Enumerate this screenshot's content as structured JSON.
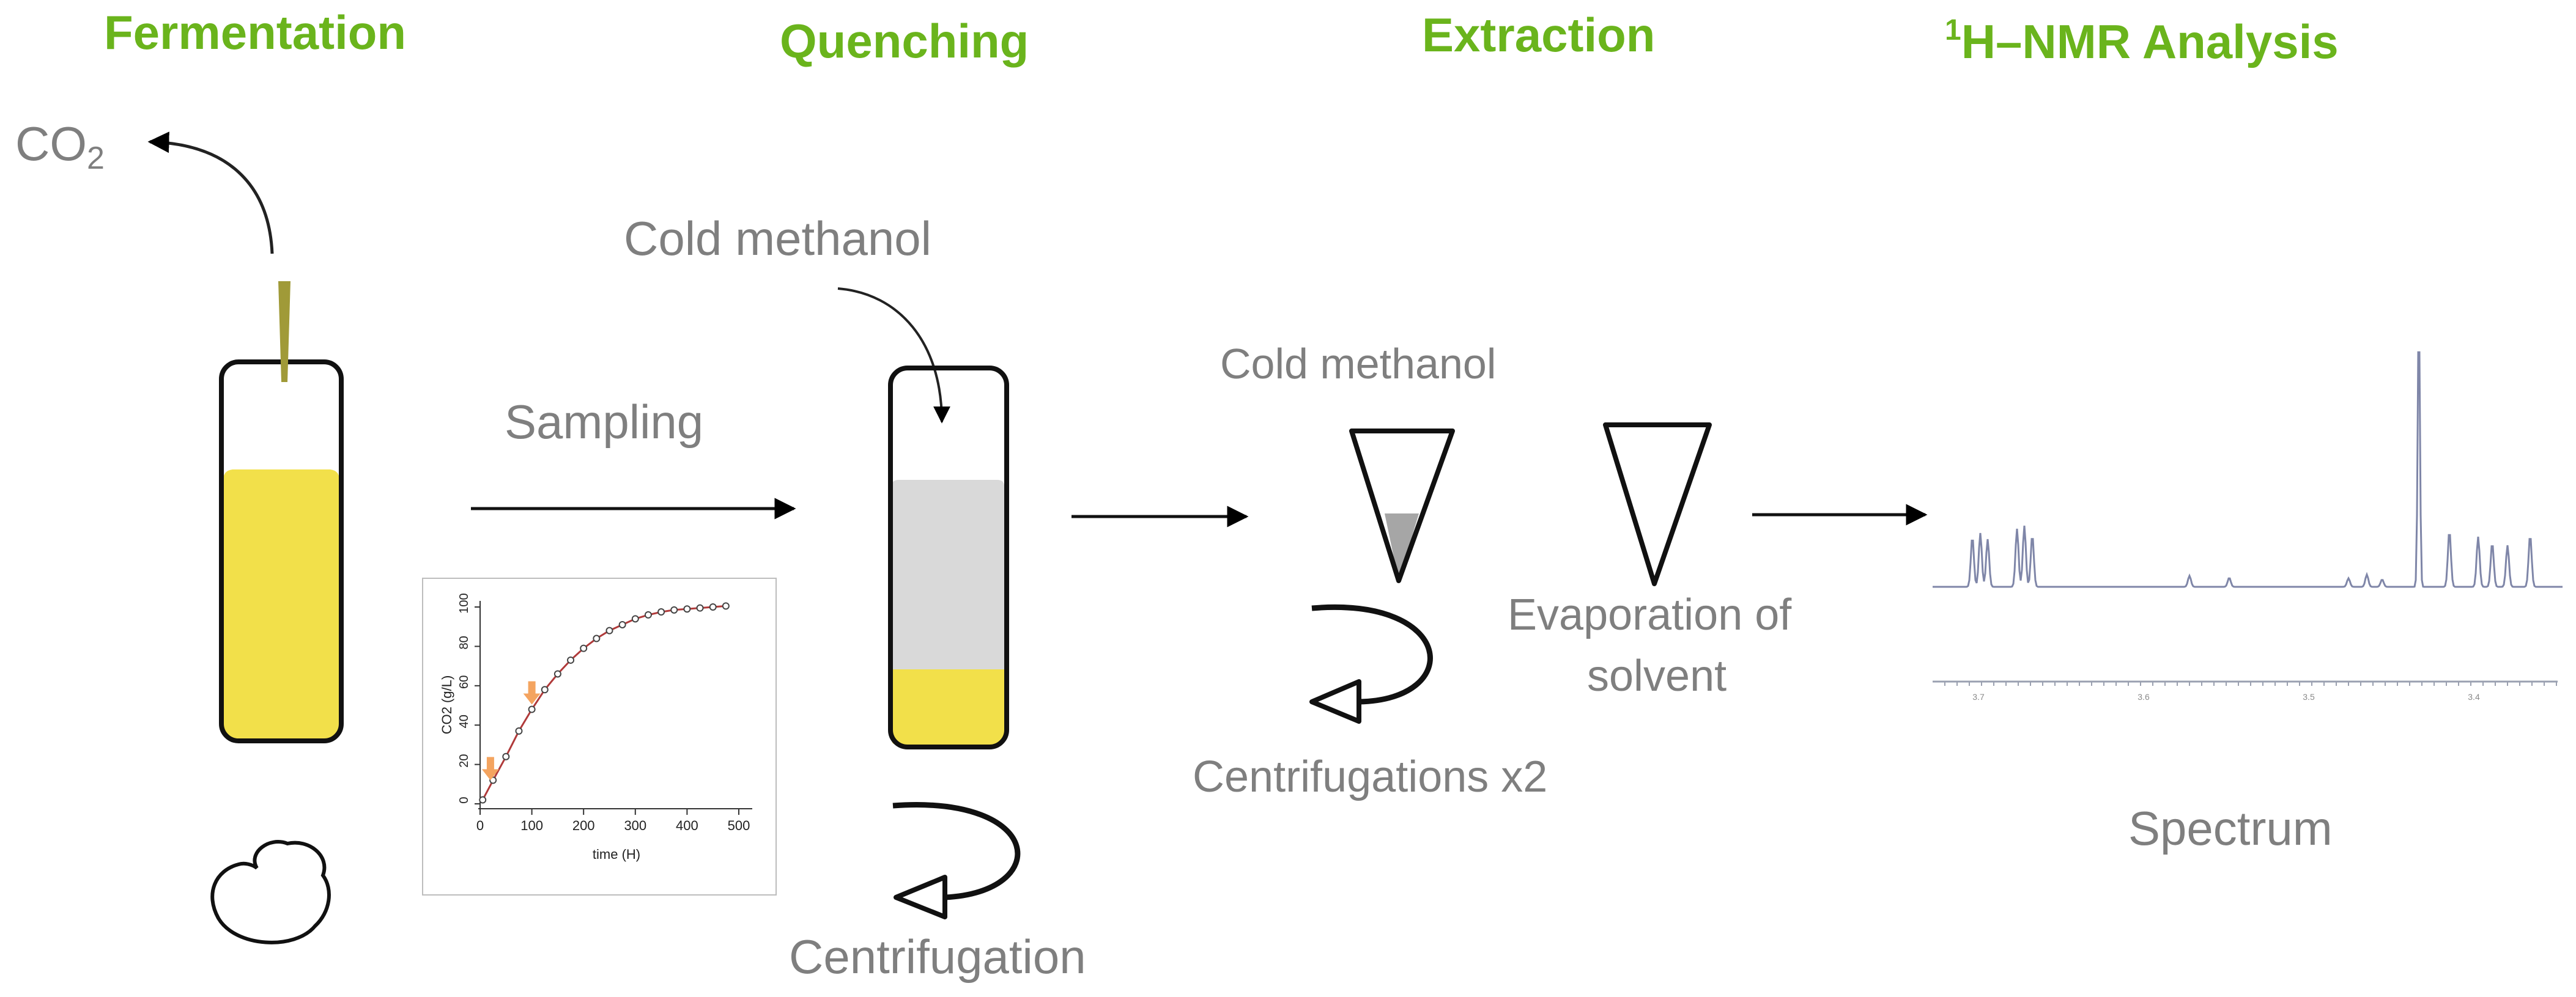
{
  "stages": {
    "fermentation": "Fermentation",
    "quenching": "Quenching",
    "extraction": "Extraction",
    "nmr_sup": "1",
    "nmr_rest": "H–NMR Analysis"
  },
  "labels": {
    "co2_main": "CO",
    "co2_sub": "2",
    "cold_methanol_1": "Cold methanol",
    "sampling": "Sampling",
    "cold_methanol_2": "Cold methanol",
    "evaporation_line1": "Evaporation of",
    "evaporation_line2": "solvent",
    "centrifugation": "Centrifugation",
    "centrifugations_x2": "Centrifugations x2",
    "spectrum": "Spectrum"
  },
  "icons": [
    "arrow-right-icon",
    "rotation-arrow-icon",
    "yeast-cell-icon",
    "tube-icon",
    "conical-tube-icon",
    "nmr-spectrum-icon"
  ],
  "colors": {
    "stage_title": "#6ab41c",
    "label": "#7f7f7f",
    "culture": "#f2e04a",
    "methanol": "#d9d9d9",
    "curve": "#b03a3a",
    "marker": "#f4a460"
  },
  "chart_data": {
    "type": "line",
    "title": "",
    "xlabel": "time (H)",
    "ylabel": "CO2 (g/L)",
    "xlim": [
      0,
      500
    ],
    "ylim": [
      0,
      100
    ],
    "xticks": [
      0,
      100,
      200,
      300,
      400,
      500
    ],
    "yticks": [
      0,
      20,
      40,
      60,
      80,
      100
    ],
    "x_tick_labels": [
      "0",
      "100",
      "200",
      "300",
      "400",
      "500"
    ],
    "y_tick_labels": [
      "0",
      "20",
      "40",
      "60",
      "80",
      "100"
    ],
    "points": [
      [
        5,
        2
      ],
      [
        25,
        12
      ],
      [
        50,
        24
      ],
      [
        75,
        37
      ],
      [
        100,
        48
      ],
      [
        125,
        58
      ],
      [
        150,
        66
      ],
      [
        175,
        73
      ],
      [
        200,
        79
      ],
      [
        225,
        84
      ],
      [
        250,
        88
      ],
      [
        275,
        91
      ],
      [
        300,
        94
      ],
      [
        325,
        96
      ],
      [
        350,
        97.5
      ],
      [
        375,
        98.5
      ],
      [
        400,
        99
      ],
      [
        425,
        99.5
      ],
      [
        450,
        100
      ],
      [
        475,
        100.5
      ]
    ],
    "sampling_points_x": [
      20,
      100
    ],
    "grid": false
  },
  "spectrum_axis": {
    "tick_labels": [
      "3.7",
      "3.6",
      "3.5",
      "3.4"
    ]
  }
}
